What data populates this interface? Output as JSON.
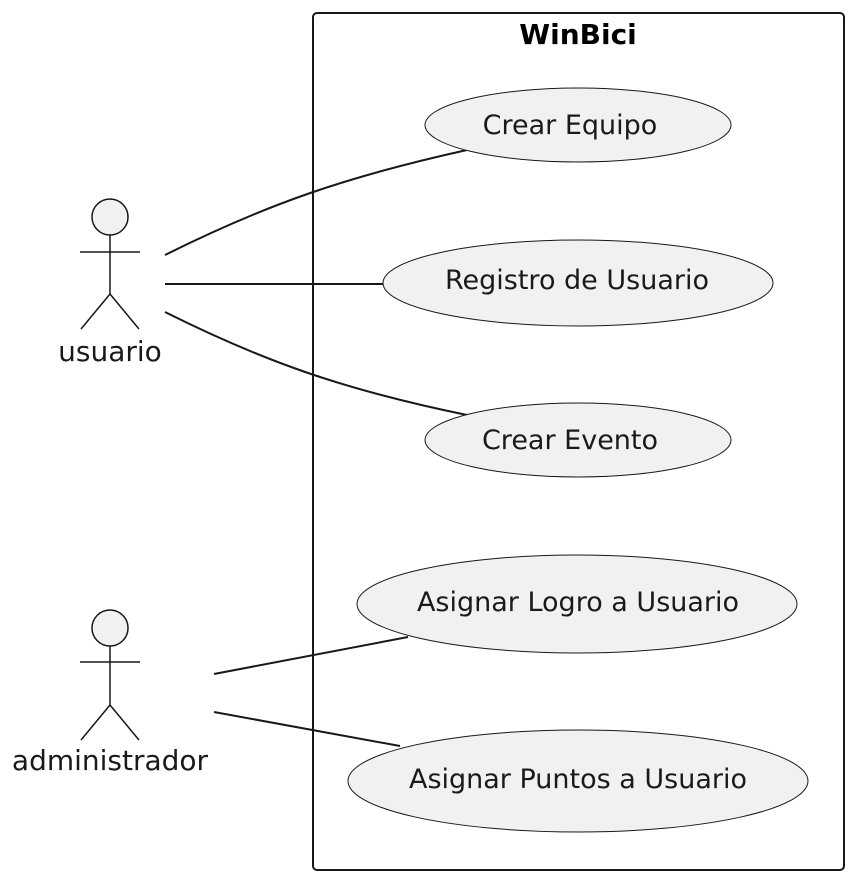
{
  "system": {
    "title": "WinBici"
  },
  "actors": [
    {
      "id": "usuario",
      "label": "usuario"
    },
    {
      "id": "administrador",
      "label": "administrador"
    }
  ],
  "use_cases": [
    {
      "id": "crear-equipo",
      "label": "Crear Equipo"
    },
    {
      "id": "registro-de-usuario",
      "label": "Registro de Usuario"
    },
    {
      "id": "crear-evento",
      "label": "Crear Evento"
    },
    {
      "id": "asignar-logro-a-usuario",
      "label": "Asignar Logro a Usuario"
    },
    {
      "id": "asignar-puntos-a-usuario",
      "label": "Asignar Puntos a Usuario"
    }
  ],
  "associations": [
    {
      "from": "usuario",
      "to": "crear-equipo"
    },
    {
      "from": "usuario",
      "to": "registro-de-usuario"
    },
    {
      "from": "usuario",
      "to": "crear-evento"
    },
    {
      "from": "administrador",
      "to": "asignar-logro-a-usuario"
    },
    {
      "from": "administrador",
      "to": "asignar-puntos-a-usuario"
    }
  ],
  "colors": {
    "usecase_fill": "#F1F1F1",
    "usecase_stroke": "#181818",
    "actor_fill": "#F1F1F1",
    "line": "#181818",
    "boundary_stroke": "#181818"
  }
}
